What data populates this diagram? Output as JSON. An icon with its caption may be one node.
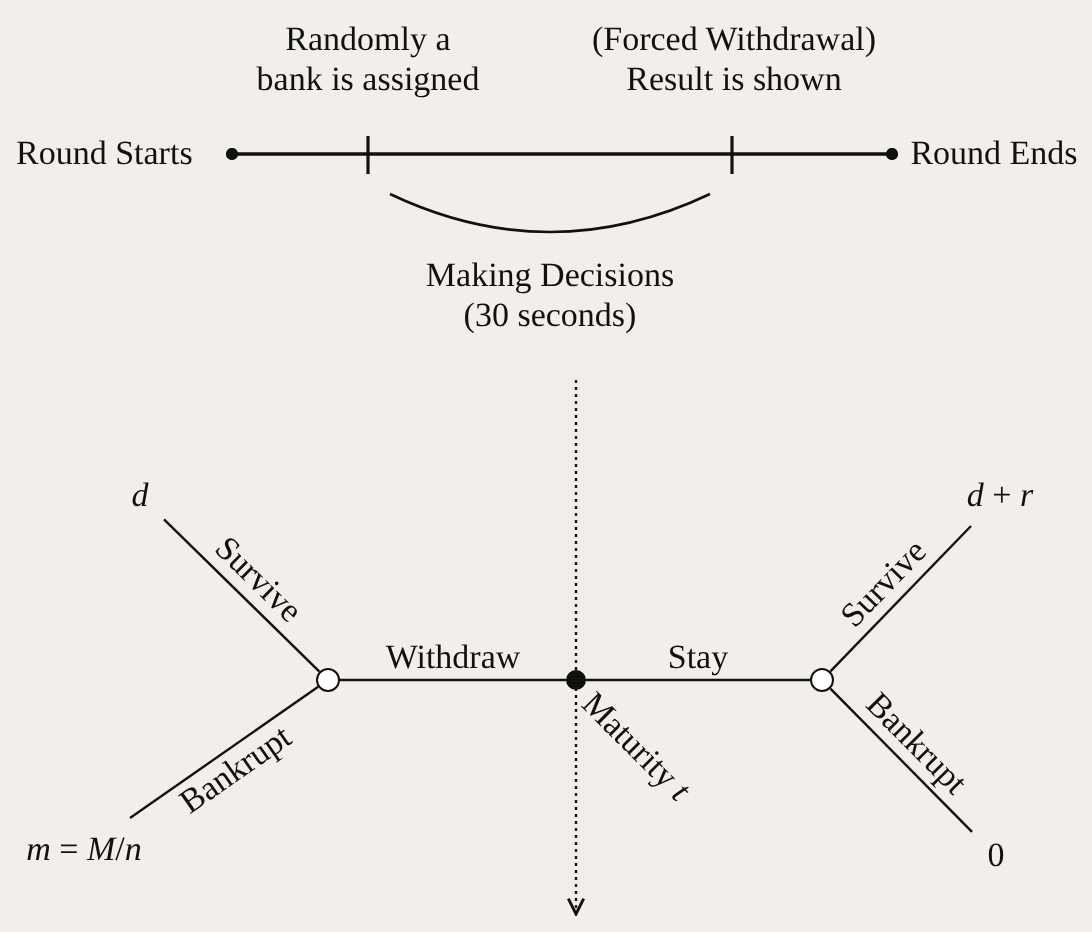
{
  "diagram": {
    "nodes": [
      {
        "text": [
          "Round Starts"
        ]
      },
      {
        "text": [
          "Round Ends"
        ]
      },
      {
        "text": [
          "d"
        ]
      },
      {
        "text": [
          "*d* + *r*"
        ]
      },
      {
        "text": [],
        "shape": "circle"
      },
      {
        "text": [],
        "shape": "circle",
        "beside": [
          "Maturity *t*"
        ]
      },
      {
        "text": [],
        "shape": "circle"
      },
      {
        "text": [
          "*m* = *M*/*n*"
        ]
      },
      {
        "text": [
          "0"
        ]
      }
    ],
    "edges": [
      {
        "from": 0,
        "to": 1,
        "arrow": "other"
      },
      {
        "from": 4,
        "to": 2,
        "arrow": "none",
        "label": "Survive"
      },
      {
        "from": 4,
        "to": 7,
        "arrow": "none",
        "label": "Bankrupt"
      },
      {
        "from": 5,
        "to": 4,
        "arrow": "none",
        "label": "Withdraw"
      },
      {
        "from": 5,
        "to": 6,
        "arrow": "none",
        "label": "Stay"
      },
      {
        "from": 6,
        "to": 3,
        "arrow": "none",
        "label": "Survive"
      },
      {
        "from": 6,
        "to": 8,
        "arrow": "none",
        "label": "Bankrupt"
      }
    ],
    "labels": [
      "Randomly a bank is assigned",
      "(Forced Withdrawal) Result is shown",
      "Making Decisions (30 seconds)"
    ]
  }
}
